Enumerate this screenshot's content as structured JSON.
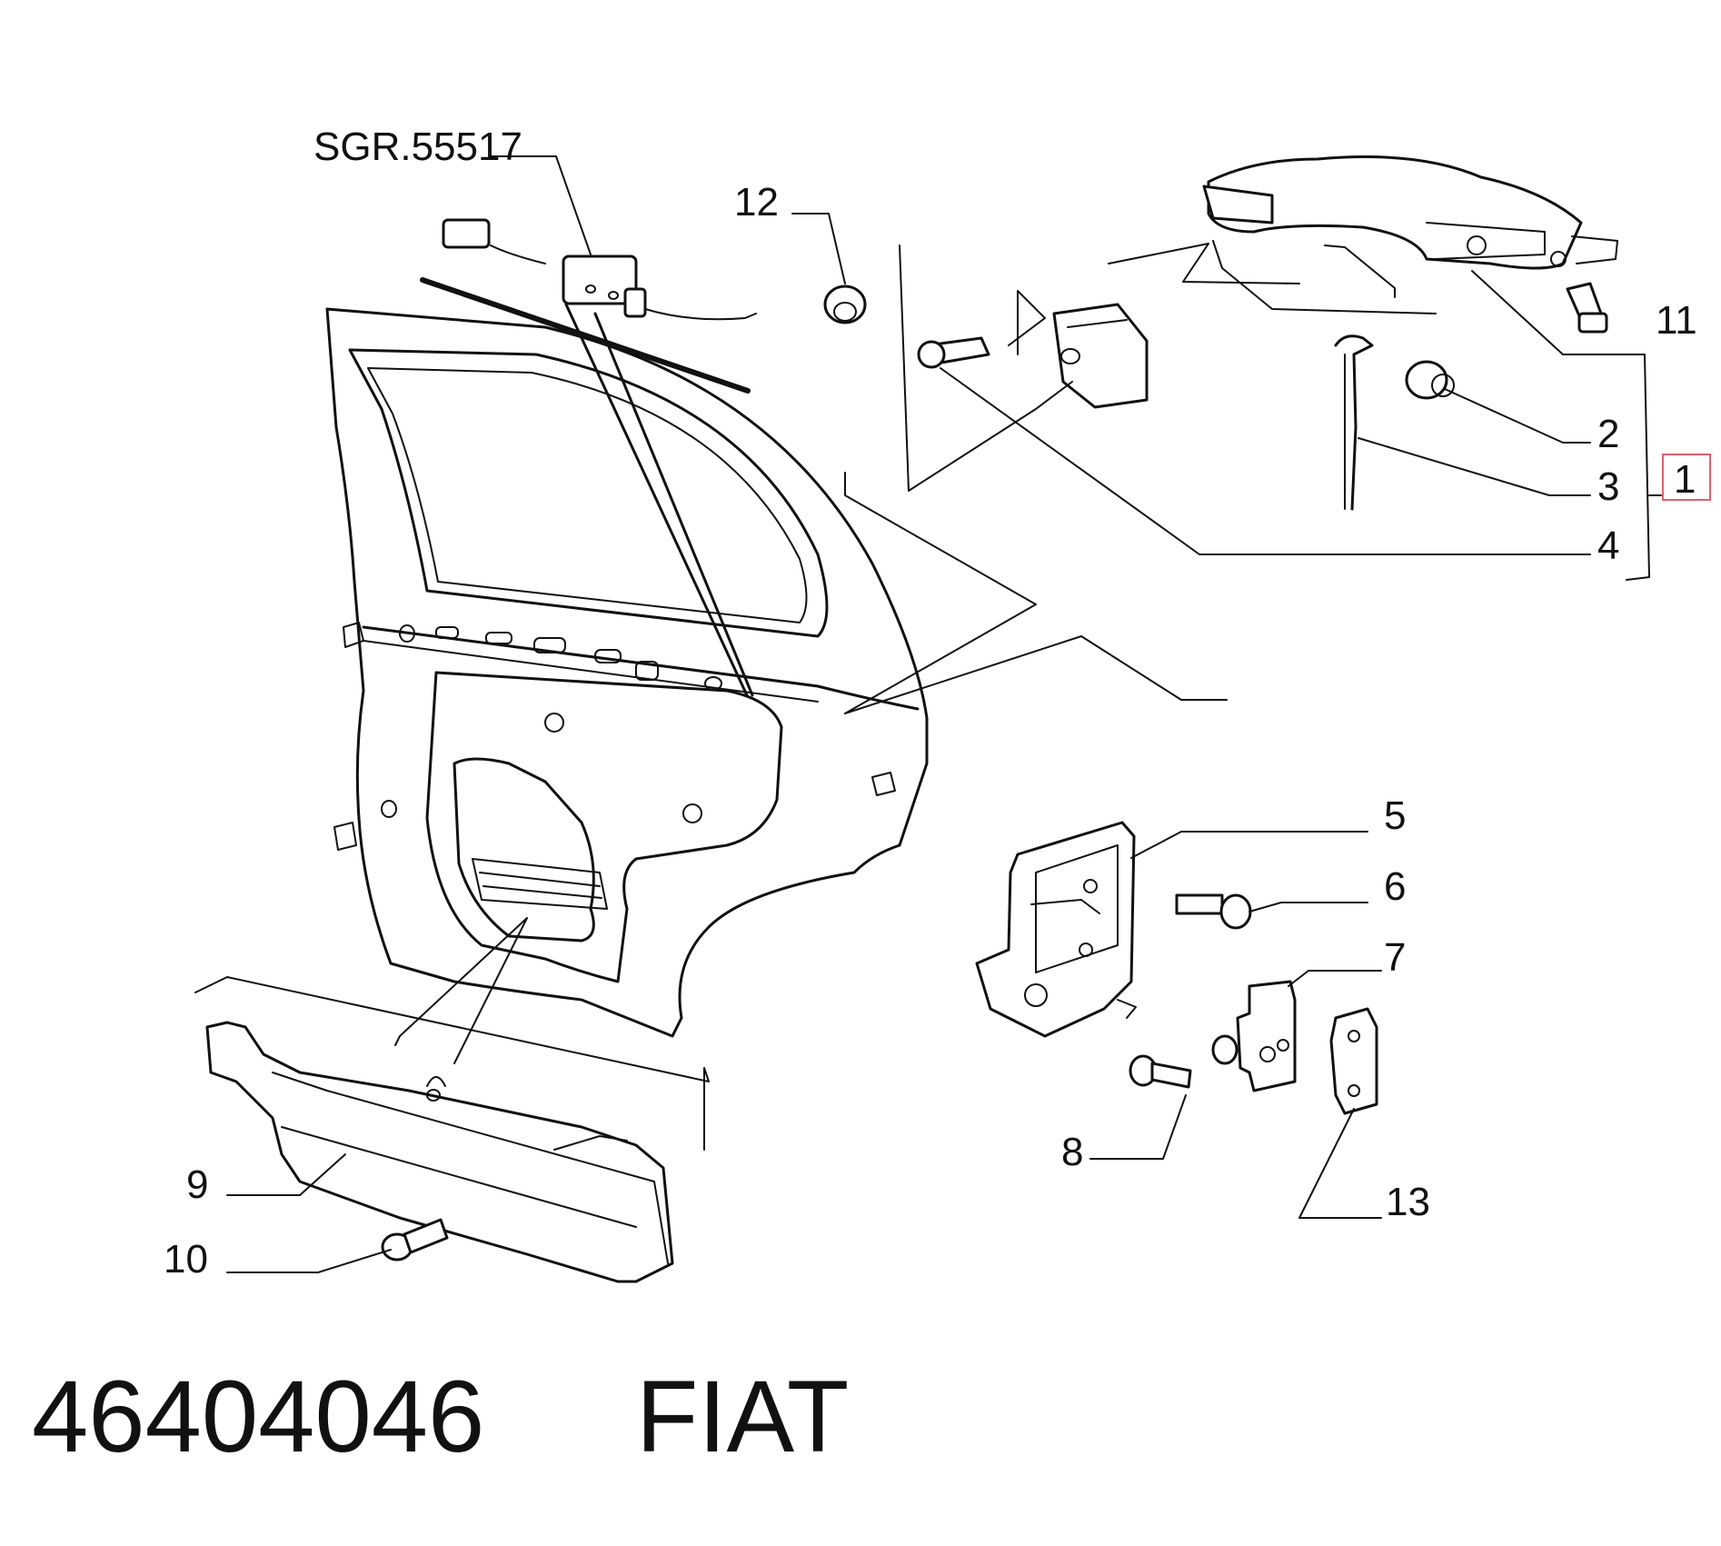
{
  "callouts": {
    "sgr": "SGR.55517",
    "c1": "1",
    "c2": "2",
    "c3": "3",
    "c4": "4",
    "c5": "5",
    "c6": "6",
    "c7": "7",
    "c8": "8",
    "c9": "9",
    "c10": "10",
    "c11": "11",
    "c12": "12",
    "c13": "13"
  },
  "footer": {
    "part_number": "46404046",
    "brand": "FIAT"
  },
  "colors": {
    "line": "#111111",
    "highlight_box": "#e06070",
    "background": "#ffffff"
  }
}
